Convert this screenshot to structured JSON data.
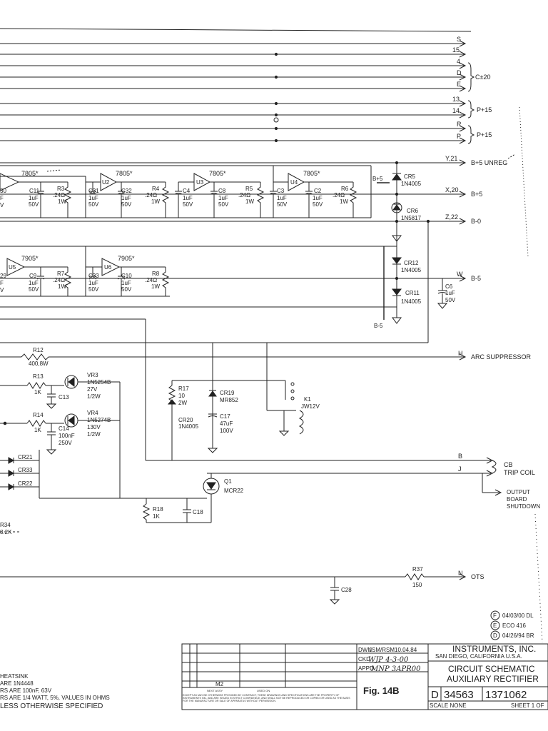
{
  "bus_labels": [
    "S",
    "15",
    "4",
    "D",
    "E",
    "13",
    "14",
    "R",
    "P",
    "Y,21",
    "X,20",
    "Z,22",
    "W",
    "H",
    "B",
    "J",
    "N"
  ],
  "bus_groups": [
    "C±20",
    "P+15",
    "P+15"
  ],
  "outputs": {
    "unreg": "B+5 UNREG",
    "b5": "B+5",
    "b0": "B-0",
    "bm5": "B-5",
    "arc": "ARC SUPPRESSOR",
    "cb": "CB",
    "trip": "TRIP COIL",
    "output1": "OUTPUT",
    "output2": "BOARD",
    "output3": "SHUTDOWN",
    "ots": "OTS"
  },
  "regulators": [
    {
      "ref": "U2",
      "part": "7805*"
    },
    {
      "ref": "U3",
      "part": "7805*"
    },
    {
      "ref": "U4",
      "part": "7805*"
    },
    {
      "ref": "U6",
      "part": "7905*"
    },
    {
      "ref": "U5",
      "part": "7905*"
    },
    {
      "ref": "",
      "part": "7805*"
    }
  ],
  "caps": [
    {
      "ref": "C11",
      "v1": "1uF",
      "v2": "50V"
    },
    {
      "ref": "C31",
      "v1": "1uF",
      "v2": "50V"
    },
    {
      "ref": "C32",
      "v1": "1uF",
      "v2": "50V"
    },
    {
      "ref": "C4",
      "v1": "1uF",
      "v2": "50V"
    },
    {
      "ref": "C8",
      "v1": "1uF",
      "v2": "50V"
    },
    {
      "ref": "C3",
      "v1": "1uF",
      "v2": "50V"
    },
    {
      "ref": "C2",
      "v1": "1uF",
      "v2": "50V"
    },
    {
      "ref": "C9",
      "v1": "1uF",
      "v2": "50V"
    },
    {
      "ref": "C33",
      "v1": "1uF",
      "v2": "50V"
    },
    {
      "ref": "C10",
      "v1": "1uF",
      "v2": "50V"
    },
    {
      "ref": "C6",
      "v1": "1uF",
      "v2": "50V"
    }
  ],
  "resistors": [
    {
      "ref": "R3",
      "v1": ".24Ω",
      "v2": "1W"
    },
    {
      "ref": "R4",
      "v1": ".24Ω",
      "v2": "1W"
    },
    {
      "ref": "R5",
      "v1": ".24Ω",
      "v2": "1W"
    },
    {
      "ref": "R6",
      "v1": ".24Ω",
      "v2": "1W"
    },
    {
      "ref": "R7",
      "v1": ".24Ω",
      "v2": "1W"
    },
    {
      "ref": "R8",
      "v1": ".24Ω",
      "v2": "1W"
    }
  ],
  "diodes": [
    {
      "ref": "CR5",
      "v": "1N4005"
    },
    {
      "ref": "CR6",
      "v": "1N5817"
    },
    {
      "ref": "CR12",
      "v": "1N4005"
    },
    {
      "ref": "CR11",
      "v": "1N4005"
    }
  ],
  "left_cut": [
    "30",
    "F",
    "V",
    "29",
    "F",
    "V"
  ],
  "mid": {
    "r12": "R12",
    "r12v": "400,8W",
    "r13": "R13",
    "r13v": "1K",
    "vr3": "VR3",
    "vr3v1": "1N5254B",
    "vr3v2": "27V",
    "vr3v3": "1/2W",
    "c13": "C13",
    "r14": "R14",
    "r14v": "1K",
    "vr4": "VR4",
    "vr4v1": "1N5274B",
    "vr4v2": "130V",
    "vr4v3": "1/2W",
    "c14": "C14",
    "c14v1": "100nF",
    "c14v2": "250V",
    "cr21": "CR21",
    "cr33": "CR33",
    "cr22": "CR22",
    "r34": "R34",
    "r34v": "8.2K",
    "r17": "R17",
    "r17v1": "10",
    "r17v2": "2W",
    "cr19": "CR19",
    "cr19v": "MR852",
    "cr20": "CR20",
    "cr20v": "1N4005",
    "c17": "C17",
    "c17v1": "47uF",
    "c17v2": "100V",
    "k1": "K1",
    "k1v": "JW12V",
    "q1": "Q1",
    "q1v": "MCR22",
    "r18": "R18",
    "r18v": "1K",
    "c18": "C18",
    "r37": "R37",
    "r37v": "150",
    "c28": "C28",
    "bp5": "B+5",
    "bm5": "B-5"
  },
  "revisions": [
    {
      "letter": "F",
      "text": "04/03/00 DL"
    },
    {
      "letter": "E",
      "text": "ECO 416"
    },
    {
      "letter": "D",
      "text": "04/26/94 BR"
    }
  ],
  "notes": [
    "HEATSINK",
    "ARE 1N4448",
    "RS ARE 100nF, 63V",
    "RS ARE 1/4 WATT, 5%, VALUES IN OHMS",
    "LESS OTHERWISE SPECIFIED"
  ],
  "title_block": {
    "company": "INSTRUMENTS, INC.",
    "city": "SAN DIEGO, CALIFORNIA  U.S.A.",
    "title1": "CIRCUIT SCHEMATIC",
    "title2": "AUXILIARY RECTIFIER",
    "size": "D",
    "code": "34563",
    "dwg": "1371062",
    "scale": "SCALE  NONE",
    "sheet": "SHEET 1 OF",
    "fig": "Fig. 14B",
    "dwn": "DWN",
    "dwn_val": "JSM/RSM10.04.84",
    "ckd": "CKD",
    "ckd_val": "WJP 4-3-00",
    "appd": "APPD",
    "appd_val": "MNP 3APR00",
    "m2": "M2",
    "next_assy": "NEXT ASSY",
    "used_on": "USED ON",
    "legal": "EXCEPT AS MAY BE OTHERWISE PROVIDED BY CONTRACT, THESE DRAWINGS AND SPECIFICATIONS ARE THE PROPERTY OF INSTRUMENTS INC. AND ARE ISSUED IN STRICT CONFIDENCE, AND SHALL NOT BE REPRODUCED OR COPIED OR USED AS THE BASIS FOR THE MANUFACTURE OR SALE OF APPARATUS WITHOUT PERMISSION."
  }
}
